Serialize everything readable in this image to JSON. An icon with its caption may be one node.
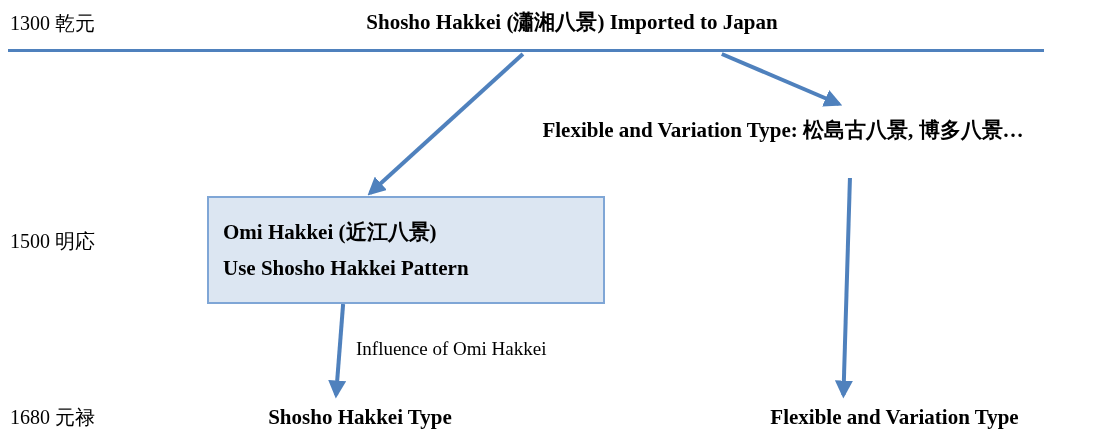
{
  "diagram": {
    "nodes": [
      {
        "text": [
          "Shosho Hakkei (瀟湘八景) Imported to Japan"
        ]
      },
      {
        "text": [
          "Flexible and Variation Type:  松島古八景, 博多八景…"
        ]
      },
      {
        "text": [
          "Omi Hakkei (近江八景)",
          "Use Shosho Hakkei Pattern"
        ]
      },
      {
        "text": [
          "Shosho Hakkei Type"
        ]
      },
      {
        "text": [
          "Flexible and Variation Type"
        ]
      }
    ],
    "edges": [
      {
        "from": 0,
        "to": 2,
        "arrow": "to"
      },
      {
        "from": 0,
        "to": 1,
        "arrow": "to"
      },
      {
        "from": 2,
        "to": 3,
        "arrow": "to",
        "label": "Influence of Omi Hakkei"
      },
      {
        "from": 1,
        "to": 4,
        "arrow": "to"
      }
    ],
    "labels": [
      "1300 乾元",
      "1500 明応",
      "1680 元禄"
    ]
  }
}
